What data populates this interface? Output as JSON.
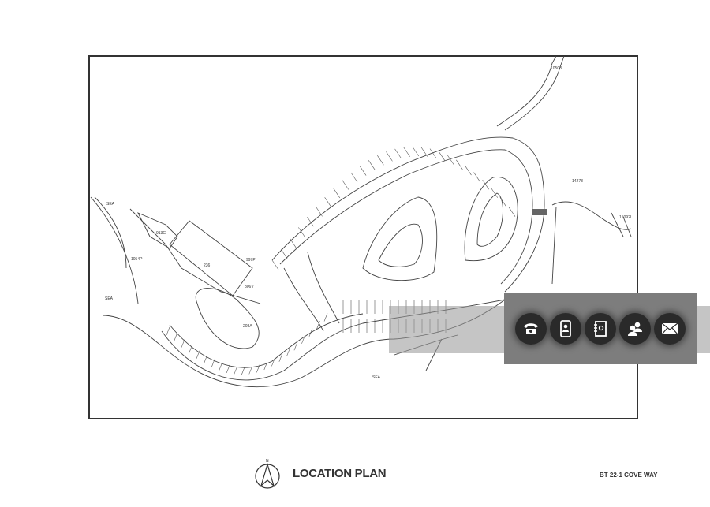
{
  "plan": {
    "title": "LOCATION PLAN",
    "reference": "BT 22-1 COVE WAY",
    "north_label": "N",
    "lot_labels": [
      "10508",
      "14278",
      "15092L",
      "913C",
      "1054P",
      "236",
      "997P",
      "806V",
      "208A",
      "SEA",
      "SEA",
      "SEA"
    ]
  },
  "contact_bar": {
    "buttons": [
      {
        "icon": "phone-icon",
        "name": "call"
      },
      {
        "icon": "mobile-contact-icon",
        "name": "mobile"
      },
      {
        "icon": "address-book-icon",
        "name": "contacts"
      },
      {
        "icon": "users-icon",
        "name": "agents"
      },
      {
        "icon": "mail-icon",
        "name": "email"
      }
    ]
  }
}
